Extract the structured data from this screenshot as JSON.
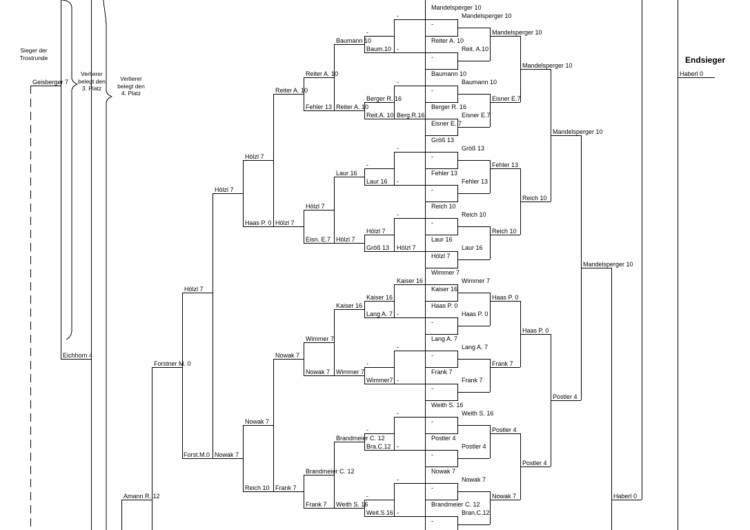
{
  "labels": {
    "trostrunde": "Sieger der Trostrunde",
    "platz3": "Verlierer belegt den 3. Platz",
    "platz4": "Verlierer belegt den 4. Platz",
    "endsieger": "Endsieger"
  },
  "entries": {
    "haberl_final": "Haberl 0",
    "geisberger": "Geisberger 7",
    "eichhorn": "Eichhorn 4",
    "amann": "Amann R. 12",
    "forstner_m": "Forstner M. 0",
    "forst_m": "Forst.M.0",
    "hoelzl_a": "Hölzl 7",
    "hoelzl_b": "Hölzl 7",
    "nowak_a": "Nowak 7",
    "hoelzl_c": "Hölzl 7",
    "nowak_b": "Nowak 7",
    "reiter_a10_a": "Reiter A. 10",
    "haas_p0_a": "Haas P. 0",
    "hoelzl_d": "Hölzl 7",
    "nowak_c": "Nowak 7",
    "reich10_a": "Reich 10",
    "frank7_a": "Frank 7",
    "reiter_a10_b": "Reiter A. 10",
    "fehler13_a": "Fehler 13",
    "hoelzl_e": "Hölzl 7",
    "eisn_e7": "Eisn. E.7",
    "wimmer7_a": "Wimmer 7",
    "nowak_d": "Nowak 7",
    "brandmeier_a": "Brandmeier C. 12",
    "frank7_b": "Frank 7",
    "baumann10_a": "Baumann 10",
    "reiter_a10_c": "Reiter A. 10",
    "laur16_a": "Laur 16",
    "hoelzl_f": "Hölzl 7",
    "kaiser16_a": "Kaiser 16",
    "wimmer7_b": "Wimmer 7",
    "brandmeier_b": "Brandmeier C. 12",
    "weith_s16_a": "Weith S. 16",
    "dash01": "-",
    "baum10": "Baum.10",
    "berger_r16_a": "Berger R. 16",
    "reit_a10": "Reit.A. 10",
    "dash02": "-",
    "laur16_b": "Laur 16",
    "hoelzl_g": "Hölzl 7",
    "groess13_a": "Größ 13",
    "kaiser16_b": "Kaiser 16",
    "lang_a7_a": "Lang A. 7",
    "dash03": "-",
    "wimmer7_c": "Wimmer7",
    "dash04": "-",
    "bra_c12": "Bra.C.12",
    "dash05": "-",
    "weit_s16": "Weit.S.16",
    "dash06": "-",
    "dash07": "-",
    "dash08": "-",
    "berg_r16": "Berg.R.16",
    "dash09": "-",
    "dash10": "-",
    "dash11": "-",
    "hoelzl_h": "Hölzl 7",
    "kaiser16_c": "Kaiser 16",
    "dash12": "-",
    "dash13": "-",
    "dash14": "-",
    "dash15": "-",
    "dash16": "-",
    "dash17": "-",
    "dash18": "-",
    "mandelsperger10_a": "Mandelsperger 10",
    "dash19": "-",
    "reiter_a10_d": "Reiter A. 10",
    "dash20": "-",
    "baumann10_b": "Baumann 10",
    "dash21": "-",
    "berger_r16_b": "Berger R. 16",
    "eisner_e7_a": "Eisner E. 7",
    "groess13_b": "Größ 13",
    "dash22": "-",
    "fehler13_b": "Fehler 13",
    "dash23": "-",
    "reich10_b": "Reich 10",
    "dash24": "-",
    "laur16_c": "Laur 16",
    "hoelzl_i": "Hölzl 7",
    "wimmer7_d": "Wimmer 7",
    "kaiser16_d": "Kaiser 16",
    "haas_p0_b": "Haas P. 0",
    "dash25": "-",
    "lang_a7_b": "Lang A. 7",
    "dash26": "-",
    "frank7_c": "Frank 7",
    "dash27": "-",
    "weith_s16_b": "Weith S. 16",
    "dash28": "-",
    "postler4_a": "Postler 4",
    "dash29": "-",
    "nowak7_e": "Nowak 7",
    "dash30": "-",
    "brandmeier_c": "Brandmeier C. 12",
    "dash31": "-",
    "mandelsperger10_b": "Mandelsperger 10",
    "reit_a10_b": "Reit. A.10",
    "baumann10_c": "Baumann 10",
    "eisner_e7_b": "Eisner E.7",
    "groess13_c": "Größ 13",
    "fehler13_c": "Fehler 13",
    "reich10_c": "Reich 10",
    "laur16_d": "Laur 16",
    "wimmer7_e": "Wimmer 7",
    "haas_p0_c": "Haas P. 0",
    "lang_a7_c": "Lang A. 7",
    "frank7_d": "Frank 7",
    "weith_s16_c": "Weith S. 16",
    "postler4_b": "Postler 4",
    "nowak7_f": "Nowak 7",
    "bran_c12": "Bran.C.12",
    "mandelsperger10_c": "Mandelsperger 10",
    "eisner_e7_c": "Eisner E.7",
    "fehler13_d": "Fehler 13",
    "reich10_d": "Reich 10",
    "haas_p0_d": "Haas P. 0",
    "frank7_e": "Frank 7",
    "postler4_c": "Postler 4",
    "nowak7_g": "Nowak 7",
    "mandelsperger10_d": "Mandelsperger 10",
    "reich10_e": "Reich 10",
    "haas_p0_e": "Haas P. 0",
    "postler4_d": "Postler 4",
    "mandelsperger10_e": "Mandelsperger 10",
    "postler4_e": "Postler 4",
    "mandelsperger10_f": "Mandelsperger 10",
    "haberl0_b": "Haberl 0"
  }
}
